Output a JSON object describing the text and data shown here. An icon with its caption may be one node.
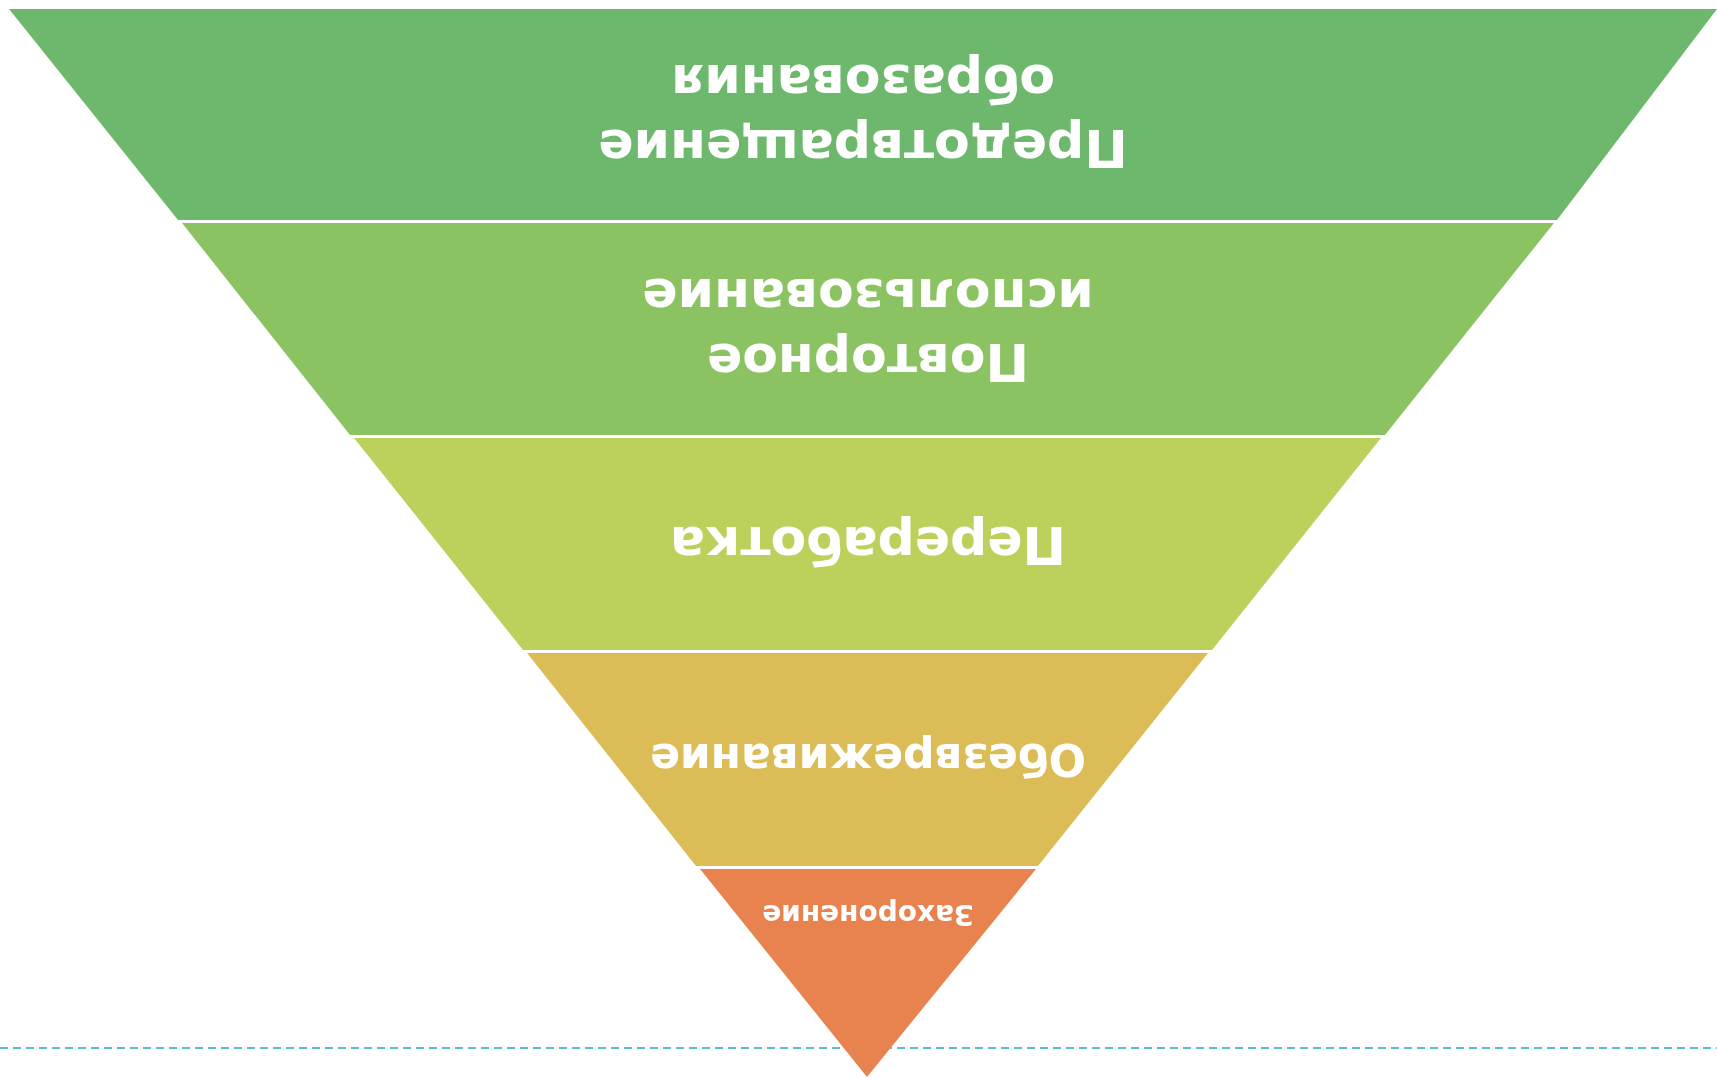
{
  "diagram": {
    "nodes": [
      {
        "text": [
          "Предотвращение образования"
        ]
      },
      {
        "text": [
          "Повторное использование"
        ]
      },
      {
        "text": [
          "Переработка"
        ]
      },
      {
        "text": [
          "Обезвреживание"
        ]
      },
      {
        "text": [
          "Захоронение"
        ]
      }
    ]
  }
}
